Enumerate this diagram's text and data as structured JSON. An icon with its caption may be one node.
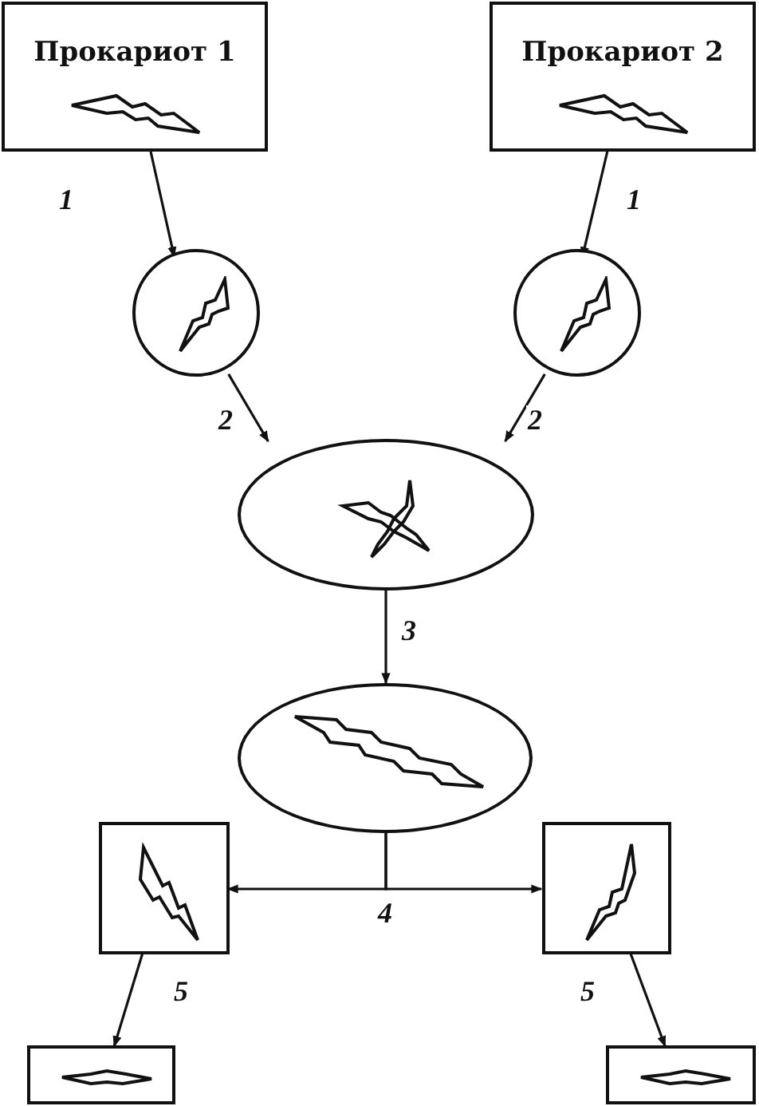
{
  "diagram": {
    "nodes": [
      {
        "text": [
          "Прокариот 1"
        ]
      },
      {
        "text": [
          "Прокариот 2"
        ]
      },
      {
        "text": [],
        "shape": "circle"
      },
      {
        "text": [],
        "shape": "circle"
      },
      {
        "text": [],
        "shape": "ellipse"
      },
      {
        "text": [],
        "shape": "ellipse"
      },
      {
        "text": [],
        "shape": "box"
      },
      {
        "text": [],
        "shape": "box"
      },
      {
        "text": [],
        "shape": "box"
      },
      {
        "text": [],
        "shape": "box"
      }
    ],
    "edges": [
      {
        "from": 0,
        "to": 2,
        "arrow": "to",
        "label": "1"
      },
      {
        "from": 1,
        "to": 3,
        "arrow": "to",
        "label": "1"
      },
      {
        "from": 2,
        "to": 4,
        "arrow": "to",
        "label": "2"
      },
      {
        "from": 3,
        "to": 4,
        "arrow": "to",
        "label": "2"
      },
      {
        "from": 4,
        "to": 5,
        "arrow": "to",
        "label": "3"
      },
      {
        "from": 5,
        "to": 6,
        "arrow": "to",
        "label": "4"
      },
      {
        "from": 5,
        "to": 7,
        "arrow": "to"
      },
      {
        "from": 6,
        "to": 8,
        "arrow": "to",
        "label": "5"
      },
      {
        "from": 7,
        "to": 9,
        "arrow": "to",
        "label": "5"
      }
    ]
  }
}
